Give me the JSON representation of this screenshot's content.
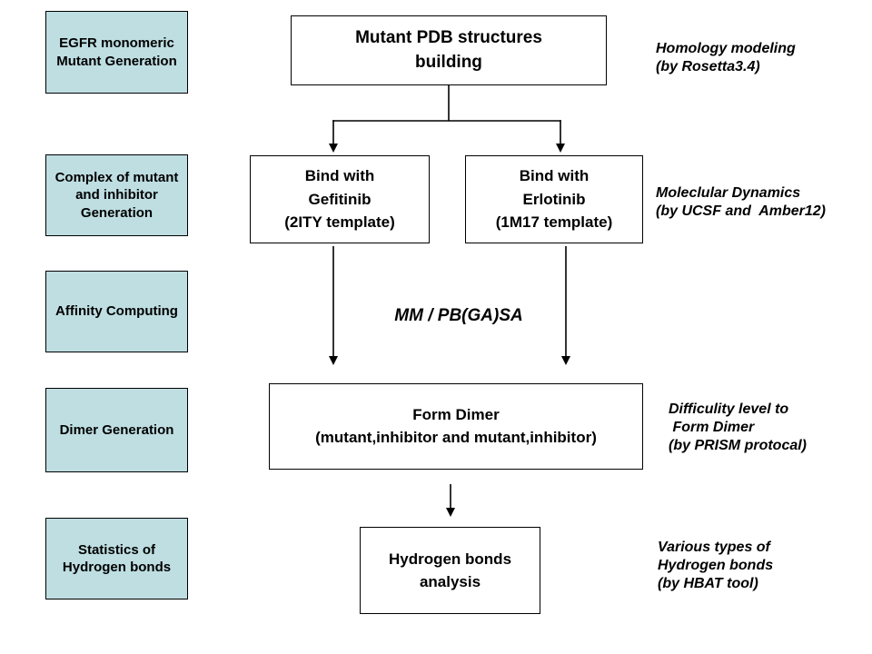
{
  "palette": {
    "stage_box_fill": "#bedee2",
    "box_border": "#000000",
    "background": "#ffffff"
  },
  "stages": [
    {
      "label": "EGFR monomeric\nMutant Generation"
    },
    {
      "label": "Complex of mutant\nand inhibitor\nGeneration"
    },
    {
      "label": "Affinity Computing"
    },
    {
      "label": "Dimer Generation"
    },
    {
      "label": "Statistics of\nHydrogen bonds"
    }
  ],
  "flow": {
    "top_box": "Mutant PDB structures\nbuilding",
    "bind_gefitinib": "Bind with\nGefitinib\n(2ITY template)",
    "bind_erlotinib": "Bind with\nErlotinib\n(1M17 template)",
    "mm_pbsa_label": "MM / PB(GA)SA",
    "form_dimer": "Form Dimer\n(mutant,inhibitor and mutant,inhibitor)",
    "hbond_analysis": "Hydrogen bonds\nanalysis"
  },
  "annotations": [
    {
      "text": "Homology modeling\n(by Rosetta3.4)"
    },
    {
      "text": "Moleclular Dynamics\n(by UCSF and  Amber12)"
    },
    {
      "text": "Difficulity level to\n Form Dimer\n(by PRISM protocal)"
    },
    {
      "text": "Various types of\nHydrogen bonds\n(by HBAT tool)"
    }
  ]
}
